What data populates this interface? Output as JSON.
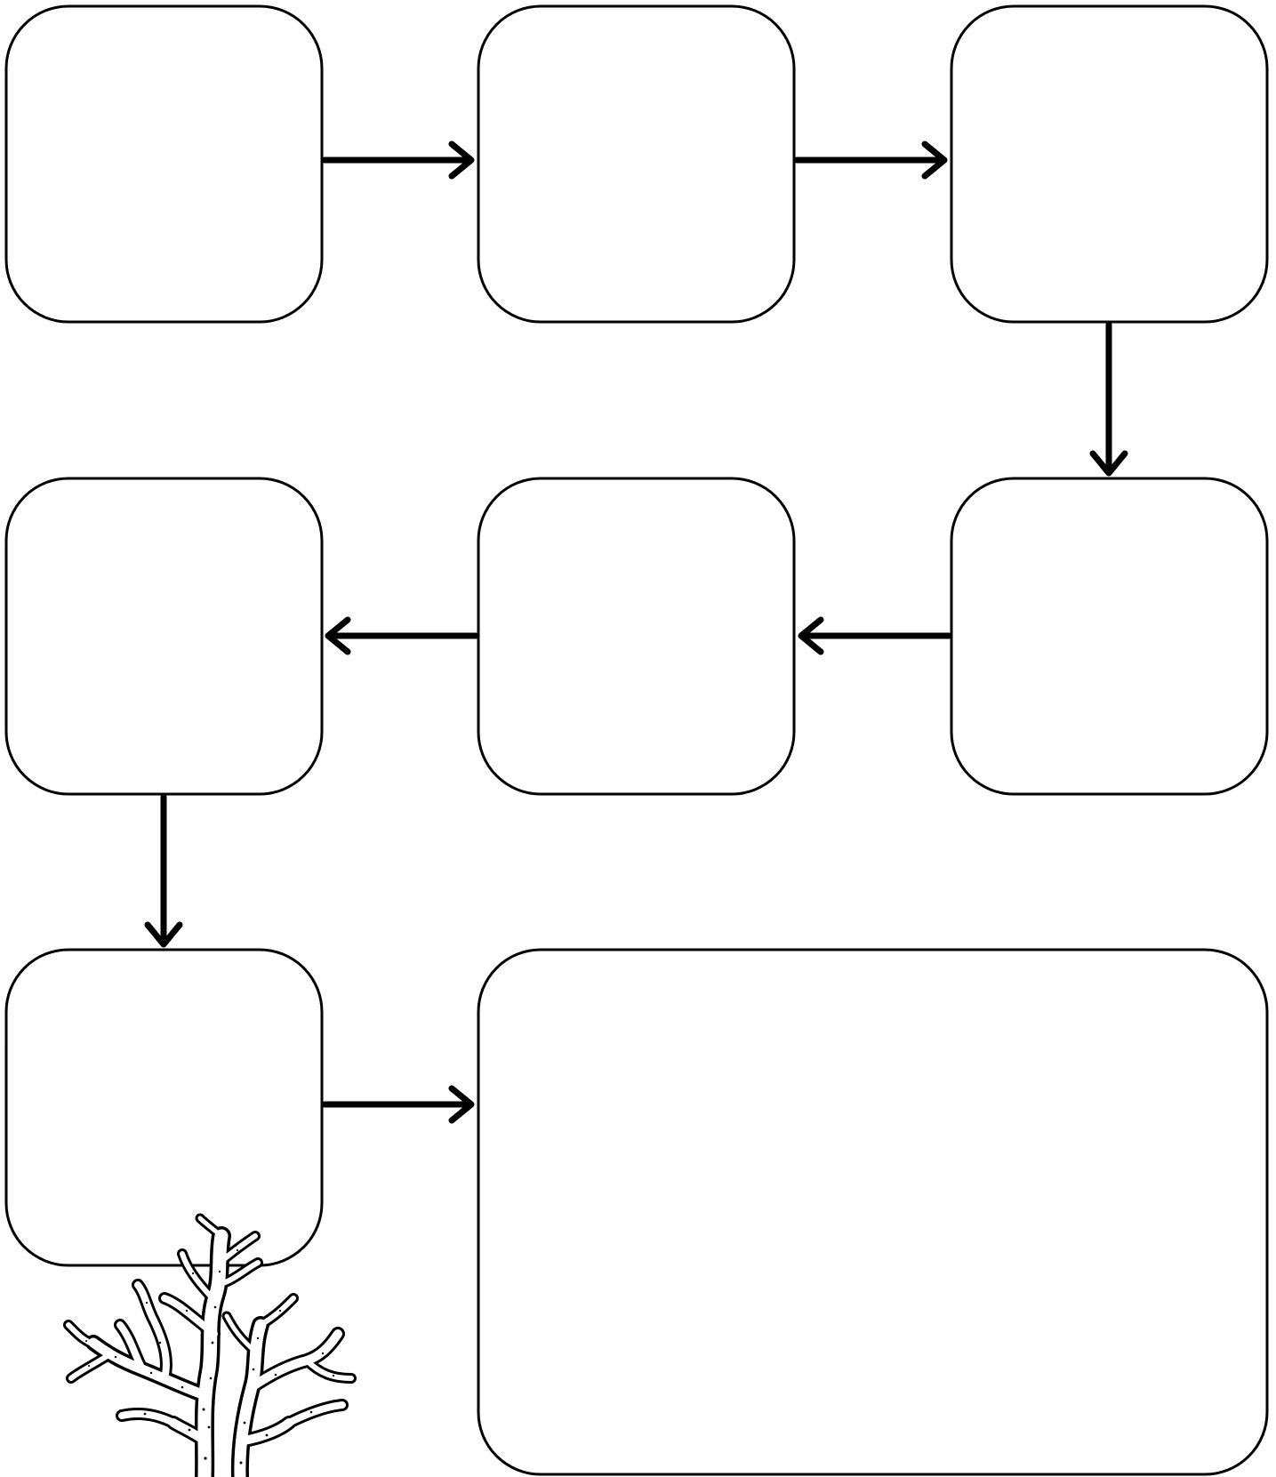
{
  "diagram": {
    "type": "flowchart",
    "layout": "serpentine",
    "colors": {
      "background": "#ffffff",
      "stroke": "#000000"
    },
    "nodes": [
      {
        "id": "box-1",
        "label": ""
      },
      {
        "id": "box-2",
        "label": ""
      },
      {
        "id": "box-3",
        "label": ""
      },
      {
        "id": "box-4",
        "label": ""
      },
      {
        "id": "box-5",
        "label": ""
      },
      {
        "id": "box-6",
        "label": ""
      },
      {
        "id": "box-7",
        "label": ""
      },
      {
        "id": "box-8",
        "label": ""
      }
    ],
    "edges": [
      {
        "from": "box-1",
        "to": "box-2"
      },
      {
        "from": "box-2",
        "to": "box-3"
      },
      {
        "from": "box-3",
        "to": "box-4"
      },
      {
        "from": "box-4",
        "to": "box-5"
      },
      {
        "from": "box-5",
        "to": "box-6"
      },
      {
        "from": "box-6",
        "to": "box-7"
      },
      {
        "from": "box-7",
        "to": "box-8"
      }
    ],
    "illustration": {
      "icon": "coral-icon"
    }
  }
}
